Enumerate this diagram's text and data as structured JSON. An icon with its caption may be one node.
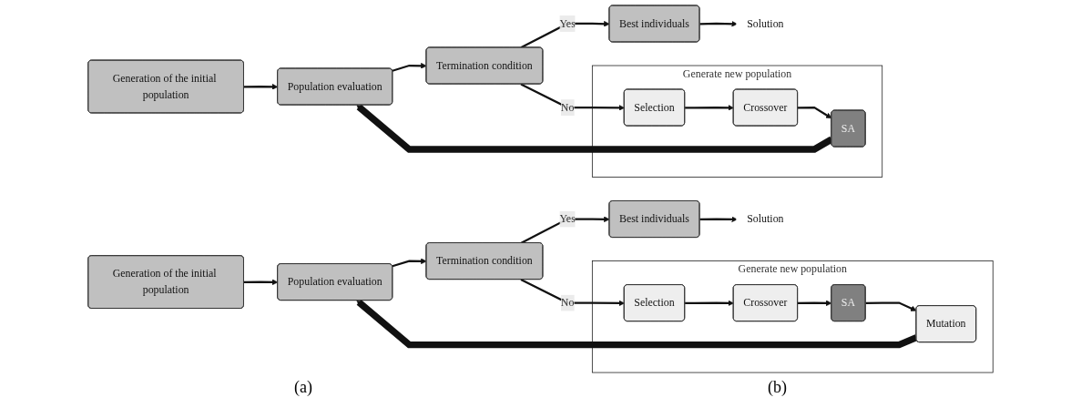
{
  "diagram": {
    "nodes": [
      {
        "text": [
          "Generation of the initial population"
        ]
      },
      {
        "text": [
          "Population evaluation"
        ]
      },
      {
        "text": [
          "Termination condition"
        ]
      },
      {
        "text": [
          "Best individuals"
        ]
      },
      {
        "text": [
          "Solution"
        ]
      },
      {
        "text": [
          "Generate new population"
        ]
      },
      {
        "text": [
          "Selection"
        ],
        "in": 5
      },
      {
        "text": [
          "Crossover"
        ],
        "in": 5
      },
      {
        "text": [
          "SA"
        ],
        "in": 5
      },
      {
        "text": [
          "Mutation"
        ],
        "in": 5
      },
      {
        "text": [
          "Generation of the initial population"
        ]
      },
      {
        "text": [
          "Population evaluation"
        ]
      },
      {
        "text": [
          "Termination condition"
        ]
      },
      {
        "text": [
          "Best individuals"
        ]
      },
      {
        "text": [
          "Solution"
        ]
      },
      {
        "text": [
          "Generate new population"
        ]
      },
      {
        "text": [
          "Selection"
        ],
        "in": 15
      },
      {
        "text": [
          "Crossover"
        ],
        "in": 15
      },
      {
        "text": [
          "SA"
        ],
        "in": 15
      }
    ],
    "edges": [
      {
        "from": 0,
        "to": 1,
        "arrow": "to"
      },
      {
        "from": 1,
        "to": 2,
        "arrow": "to"
      },
      {
        "from": 2,
        "to": 3,
        "arrow": "to",
        "label": "Yes"
      },
      {
        "from": 3,
        "to": 4,
        "arrow": "to"
      },
      {
        "from": 2,
        "to": 6,
        "arrow": "to",
        "label": "No"
      },
      {
        "from": 6,
        "to": 7,
        "arrow": "to"
      },
      {
        "from": 7,
        "to": 8,
        "arrow": "to"
      },
      {
        "from": 8,
        "to": 9,
        "arrow": "to"
      },
      {
        "from": 9,
        "to": 1,
        "arrow": "to",
        "style": "thick"
      },
      {
        "from": 10,
        "to": 11,
        "arrow": "to"
      },
      {
        "from": 11,
        "to": 12,
        "arrow": "to"
      },
      {
        "from": 12,
        "to": 13,
        "arrow": "to",
        "label": "Yes"
      },
      {
        "from": 13,
        "to": 14,
        "arrow": "to"
      },
      {
        "from": 12,
        "to": 16,
        "arrow": "to",
        "label": "No"
      },
      {
        "from": 16,
        "to": 17,
        "arrow": "to"
      },
      {
        "from": 17,
        "to": 18,
        "arrow": "to"
      },
      {
        "from": 18,
        "to": 11,
        "arrow": "to",
        "style": "thick"
      }
    ],
    "labels": [
      "(a)",
      "(b)"
    ]
  }
}
